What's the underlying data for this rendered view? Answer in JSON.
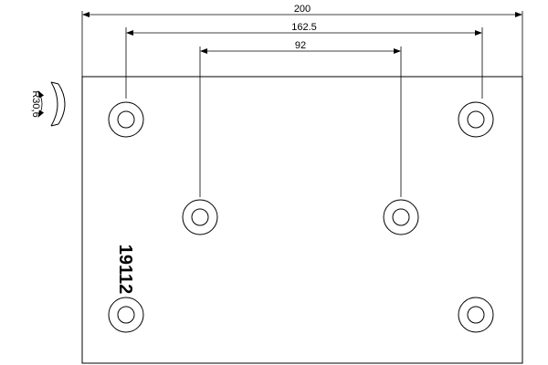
{
  "dimensions": {
    "overall_width": "200",
    "outer_hole_spacing": "162.5",
    "inner_hole_spacing": "92"
  },
  "part_number": "19112",
  "curvature_label": "R30,6"
}
